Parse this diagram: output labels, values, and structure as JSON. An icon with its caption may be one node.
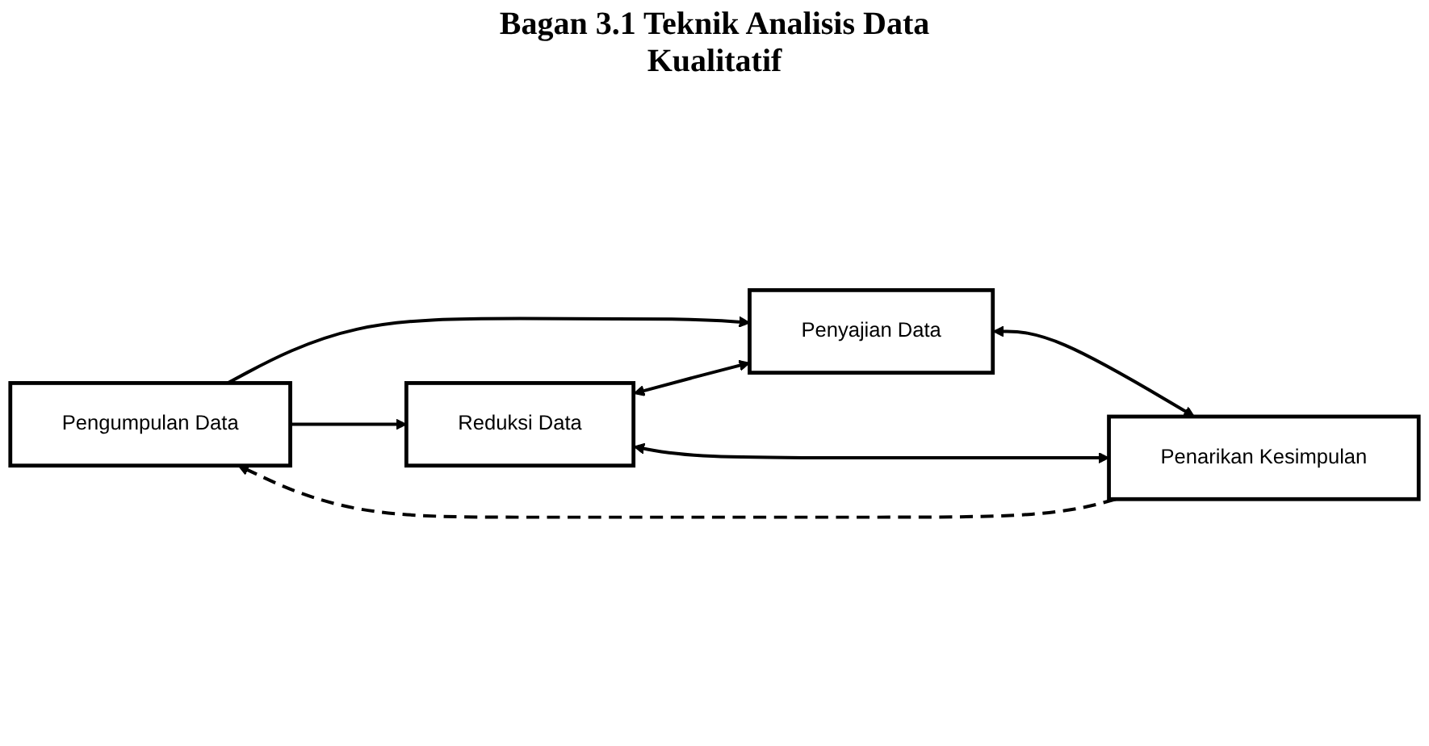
{
  "diagram": {
    "title": "Bagan 3.1 Teknik Analisis Data Kualitatif",
    "nodes": [
      {
        "text": [
          "Pengumpulan Data"
        ]
      },
      {
        "text": [
          "Penyajian Data"
        ]
      },
      {
        "text": [
          "Reduksi Data"
        ]
      },
      {
        "text": [
          "Penarikan Kesimpulan"
        ]
      }
    ],
    "edges": [
      {
        "from": 0,
        "to": 1,
        "arrow": "to"
      },
      {
        "from": 0,
        "to": 2,
        "arrow": "to"
      },
      {
        "from": 2,
        "to": 1,
        "arrow": "both"
      },
      {
        "from": 1,
        "to": 3,
        "arrow": "both"
      },
      {
        "from": 2,
        "to": 3,
        "arrow": "both"
      },
      {
        "from": 3,
        "to": 0,
        "arrow": "to",
        "style": "dashed"
      }
    ]
  }
}
